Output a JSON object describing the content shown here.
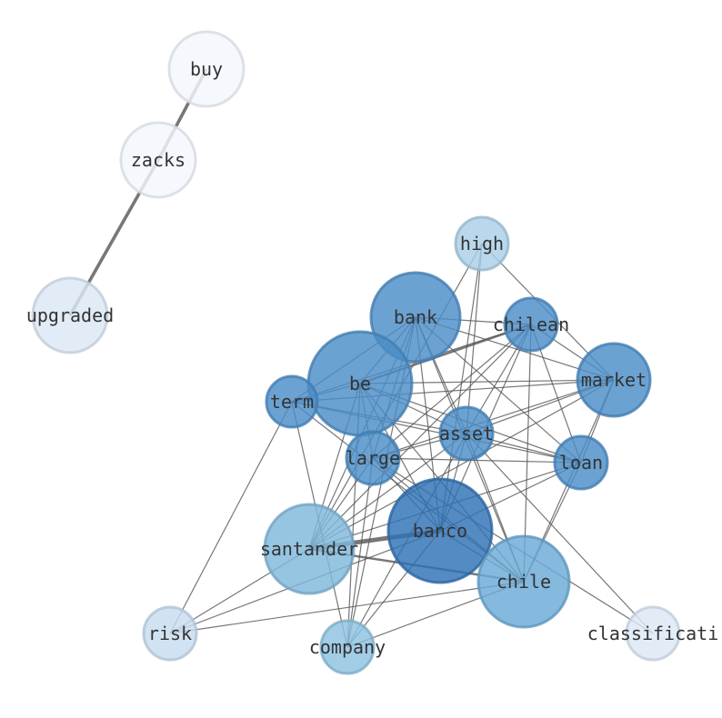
{
  "graph": {
    "nodes": [
      {
        "id": "buy",
        "label": "buy",
        "color": "#f3f8fe"
      },
      {
        "id": "zacks",
        "label": "zacks",
        "color": "#f3f8fe"
      },
      {
        "id": "upgraded",
        "label": "upgraded",
        "color": "#dce8f5"
      },
      {
        "id": "high",
        "label": "high",
        "color": "#a9cfe6"
      },
      {
        "id": "bank",
        "label": "bank",
        "color": "#4a8ec8"
      },
      {
        "id": "chilean",
        "label": "chilean",
        "color": "#4a8ec8"
      },
      {
        "id": "market",
        "label": "market",
        "color": "#4a8ec8"
      },
      {
        "id": "be",
        "label": "be",
        "color": "#4a8ec8"
      },
      {
        "id": "term",
        "label": "term",
        "color": "#4a8ec8"
      },
      {
        "id": "asset",
        "label": "asset",
        "color": "#4a8ec8"
      },
      {
        "id": "loan",
        "label": "loan",
        "color": "#4a8ec8"
      },
      {
        "id": "large",
        "label": "large",
        "color": "#4a8ec8"
      },
      {
        "id": "banco",
        "label": "banco",
        "color": "#2f72b6"
      },
      {
        "id": "santander",
        "label": "santander",
        "color": "#7fb8dc"
      },
      {
        "id": "chile",
        "label": "chile",
        "color": "#6aaad6"
      },
      {
        "id": "risk",
        "label": "risk",
        "color": "#c7dcef"
      },
      {
        "id": "company",
        "label": "company",
        "color": "#8ec2e0"
      },
      {
        "id": "classification",
        "label": "classificati",
        "color": "#dce8f5"
      }
    ],
    "edges": [
      [
        "buy",
        "zacks",
        3
      ],
      [
        "zacks",
        "upgraded",
        3
      ],
      [
        "high",
        "banco",
        1
      ],
      [
        "high",
        "asset",
        1
      ],
      [
        "high",
        "market",
        1
      ],
      [
        "high",
        "santander",
        1
      ],
      [
        "bank",
        "chilean",
        1
      ],
      [
        "bank",
        "market",
        1
      ],
      [
        "bank",
        "be",
        1
      ],
      [
        "bank",
        "term",
        1
      ],
      [
        "bank",
        "asset",
        1
      ],
      [
        "bank",
        "loan",
        1
      ],
      [
        "bank",
        "large",
        1
      ],
      [
        "bank",
        "banco",
        1
      ],
      [
        "bank",
        "santander",
        1
      ],
      [
        "bank",
        "chile",
        1
      ],
      [
        "bank",
        "company",
        1
      ],
      [
        "chilean",
        "be",
        2
      ],
      [
        "chilean",
        "market",
        1
      ],
      [
        "chilean",
        "term",
        1
      ],
      [
        "chilean",
        "asset",
        1
      ],
      [
        "chilean",
        "loan",
        1
      ],
      [
        "chilean",
        "large",
        1
      ],
      [
        "chilean",
        "banco",
        1
      ],
      [
        "chilean",
        "santander",
        1
      ],
      [
        "chilean",
        "chile",
        1
      ],
      [
        "market",
        "be",
        1
      ],
      [
        "market",
        "term",
        1
      ],
      [
        "market",
        "asset",
        1
      ],
      [
        "market",
        "loan",
        1
      ],
      [
        "market",
        "large",
        1
      ],
      [
        "market",
        "santander",
        1
      ],
      [
        "market",
        "chile",
        1
      ],
      [
        "be",
        "term",
        1
      ],
      [
        "be",
        "asset",
        1
      ],
      [
        "be",
        "loan",
        1
      ],
      [
        "be",
        "large",
        1
      ],
      [
        "be",
        "banco",
        1
      ],
      [
        "be",
        "santander",
        1
      ],
      [
        "be",
        "chile",
        1
      ],
      [
        "be",
        "company",
        1
      ],
      [
        "term",
        "asset",
        1
      ],
      [
        "term",
        "loan",
        1
      ],
      [
        "term",
        "risk",
        1
      ],
      [
        "term",
        "company",
        1
      ],
      [
        "term",
        "chile",
        1
      ],
      [
        "asset",
        "loan",
        1
      ],
      [
        "asset",
        "large",
        1
      ],
      [
        "asset",
        "banco",
        1
      ],
      [
        "asset",
        "santander",
        1
      ],
      [
        "asset",
        "chile",
        1
      ],
      [
        "asset",
        "company",
        1
      ],
      [
        "asset",
        "classification",
        1
      ],
      [
        "loan",
        "large",
        1
      ],
      [
        "loan",
        "banco",
        1
      ],
      [
        "loan",
        "chile",
        1
      ],
      [
        "loan",
        "santander",
        1
      ],
      [
        "large",
        "banco",
        1
      ],
      [
        "large",
        "santander",
        1
      ],
      [
        "large",
        "chile",
        1
      ],
      [
        "large",
        "company",
        1
      ],
      [
        "large",
        "classification",
        1
      ],
      [
        "banco",
        "santander",
        4
      ],
      [
        "banco",
        "chile",
        1
      ],
      [
        "banco",
        "company",
        1
      ],
      [
        "banco",
        "risk",
        1
      ],
      [
        "santander",
        "chile",
        2
      ],
      [
        "santander",
        "risk",
        1
      ],
      [
        "chile",
        "risk",
        1
      ],
      [
        "chile",
        "company",
        1
      ]
    ]
  }
}
